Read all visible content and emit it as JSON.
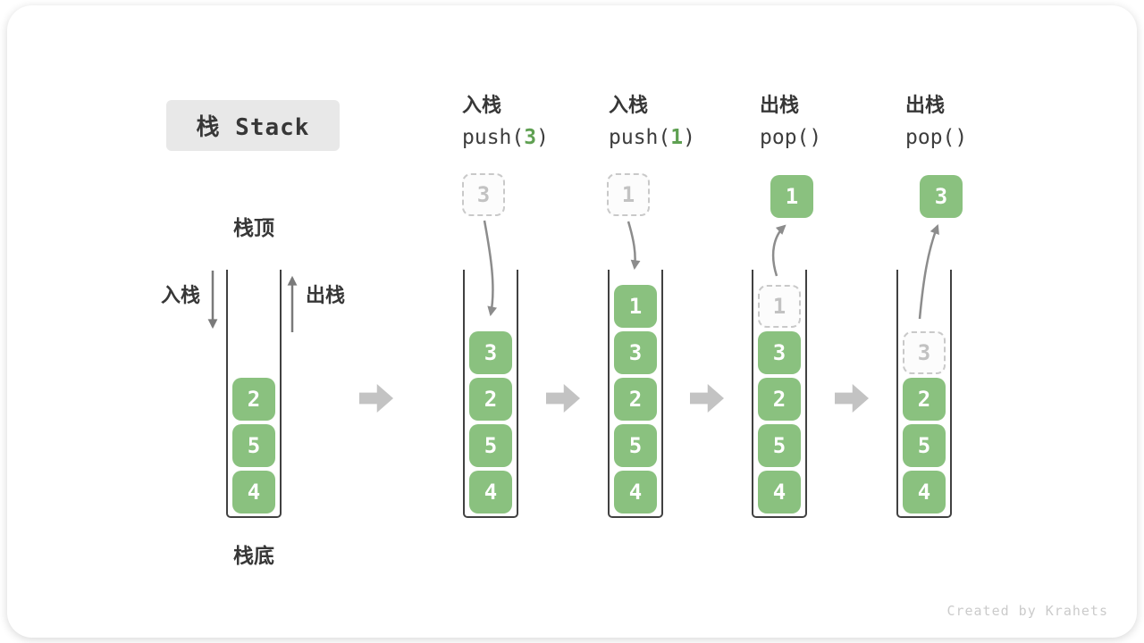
{
  "title_box": "栈 Stack",
  "legend": {
    "stack_top": "栈顶",
    "stack_bottom": "栈底",
    "push_label": "入栈",
    "pop_label": "出栈"
  },
  "footer_credit": "Created by Krahets",
  "colors": {
    "box-green": "#8ac17f",
    "code-green": "#5fa052",
    "ink": "#373737",
    "code-ink": "#3d3d3d",
    "ghost-border": "#c9c9c9",
    "ghost-text": "#c2c2c2",
    "ghost-bg": "#fcfcfc",
    "container-border": "#414141",
    "curve-arrow": "#8c8c8c",
    "side-arrow": "#7a7a7a",
    "block-arrow": "#c3c3c3",
    "title-bg": "#e8e8e8",
    "footer-text": "#cbcbcb"
  },
  "operations": [
    {
      "id": "initial",
      "cn": "",
      "code": null,
      "float_value": null,
      "float_style": null,
      "flow": null,
      "stack": [
        {
          "value": "2",
          "slot": 2,
          "ghost": false
        },
        {
          "value": "5",
          "slot": 3,
          "ghost": false
        },
        {
          "value": "4",
          "slot": 4,
          "ghost": false
        }
      ]
    },
    {
      "id": "push-3",
      "cn": "入栈",
      "code": {
        "pre": "push(",
        "arg": "3",
        "post": ")"
      },
      "float_value": "3",
      "float_style": "dashed",
      "flow": "in",
      "stack": [
        {
          "value": "3",
          "slot": 1,
          "ghost": false
        },
        {
          "value": "2",
          "slot": 2,
          "ghost": false
        },
        {
          "value": "5",
          "slot": 3,
          "ghost": false
        },
        {
          "value": "4",
          "slot": 4,
          "ghost": false
        }
      ]
    },
    {
      "id": "push-1",
      "cn": "入栈",
      "code": {
        "pre": "push(",
        "arg": "1",
        "post": ")"
      },
      "float_value": "1",
      "float_style": "dashed",
      "flow": "in",
      "stack": [
        {
          "value": "1",
          "slot": 0,
          "ghost": false
        },
        {
          "value": "3",
          "slot": 1,
          "ghost": false
        },
        {
          "value": "2",
          "slot": 2,
          "ghost": false
        },
        {
          "value": "5",
          "slot": 3,
          "ghost": false
        },
        {
          "value": "4",
          "slot": 4,
          "ghost": false
        }
      ]
    },
    {
      "id": "pop-1",
      "cn": "出栈",
      "code": {
        "pre": "pop()",
        "arg": "",
        "post": ""
      },
      "float_value": "1",
      "float_style": "solid",
      "flow": "out",
      "stack": [
        {
          "value": "1",
          "slot": 0,
          "ghost": true
        },
        {
          "value": "3",
          "slot": 1,
          "ghost": false
        },
        {
          "value": "2",
          "slot": 2,
          "ghost": false
        },
        {
          "value": "5",
          "slot": 3,
          "ghost": false
        },
        {
          "value": "4",
          "slot": 4,
          "ghost": false
        }
      ]
    },
    {
      "id": "pop-3",
      "cn": "出栈",
      "code": {
        "pre": "pop()",
        "arg": "",
        "post": ""
      },
      "float_value": "3",
      "float_style": "solid",
      "flow": "out",
      "stack": [
        {
          "value": "3",
          "slot": 1,
          "ghost": true
        },
        {
          "value": "2",
          "slot": 2,
          "ghost": false
        },
        {
          "value": "5",
          "slot": 3,
          "ghost": false
        },
        {
          "value": "4",
          "slot": 4,
          "ghost": false
        }
      ]
    }
  ]
}
